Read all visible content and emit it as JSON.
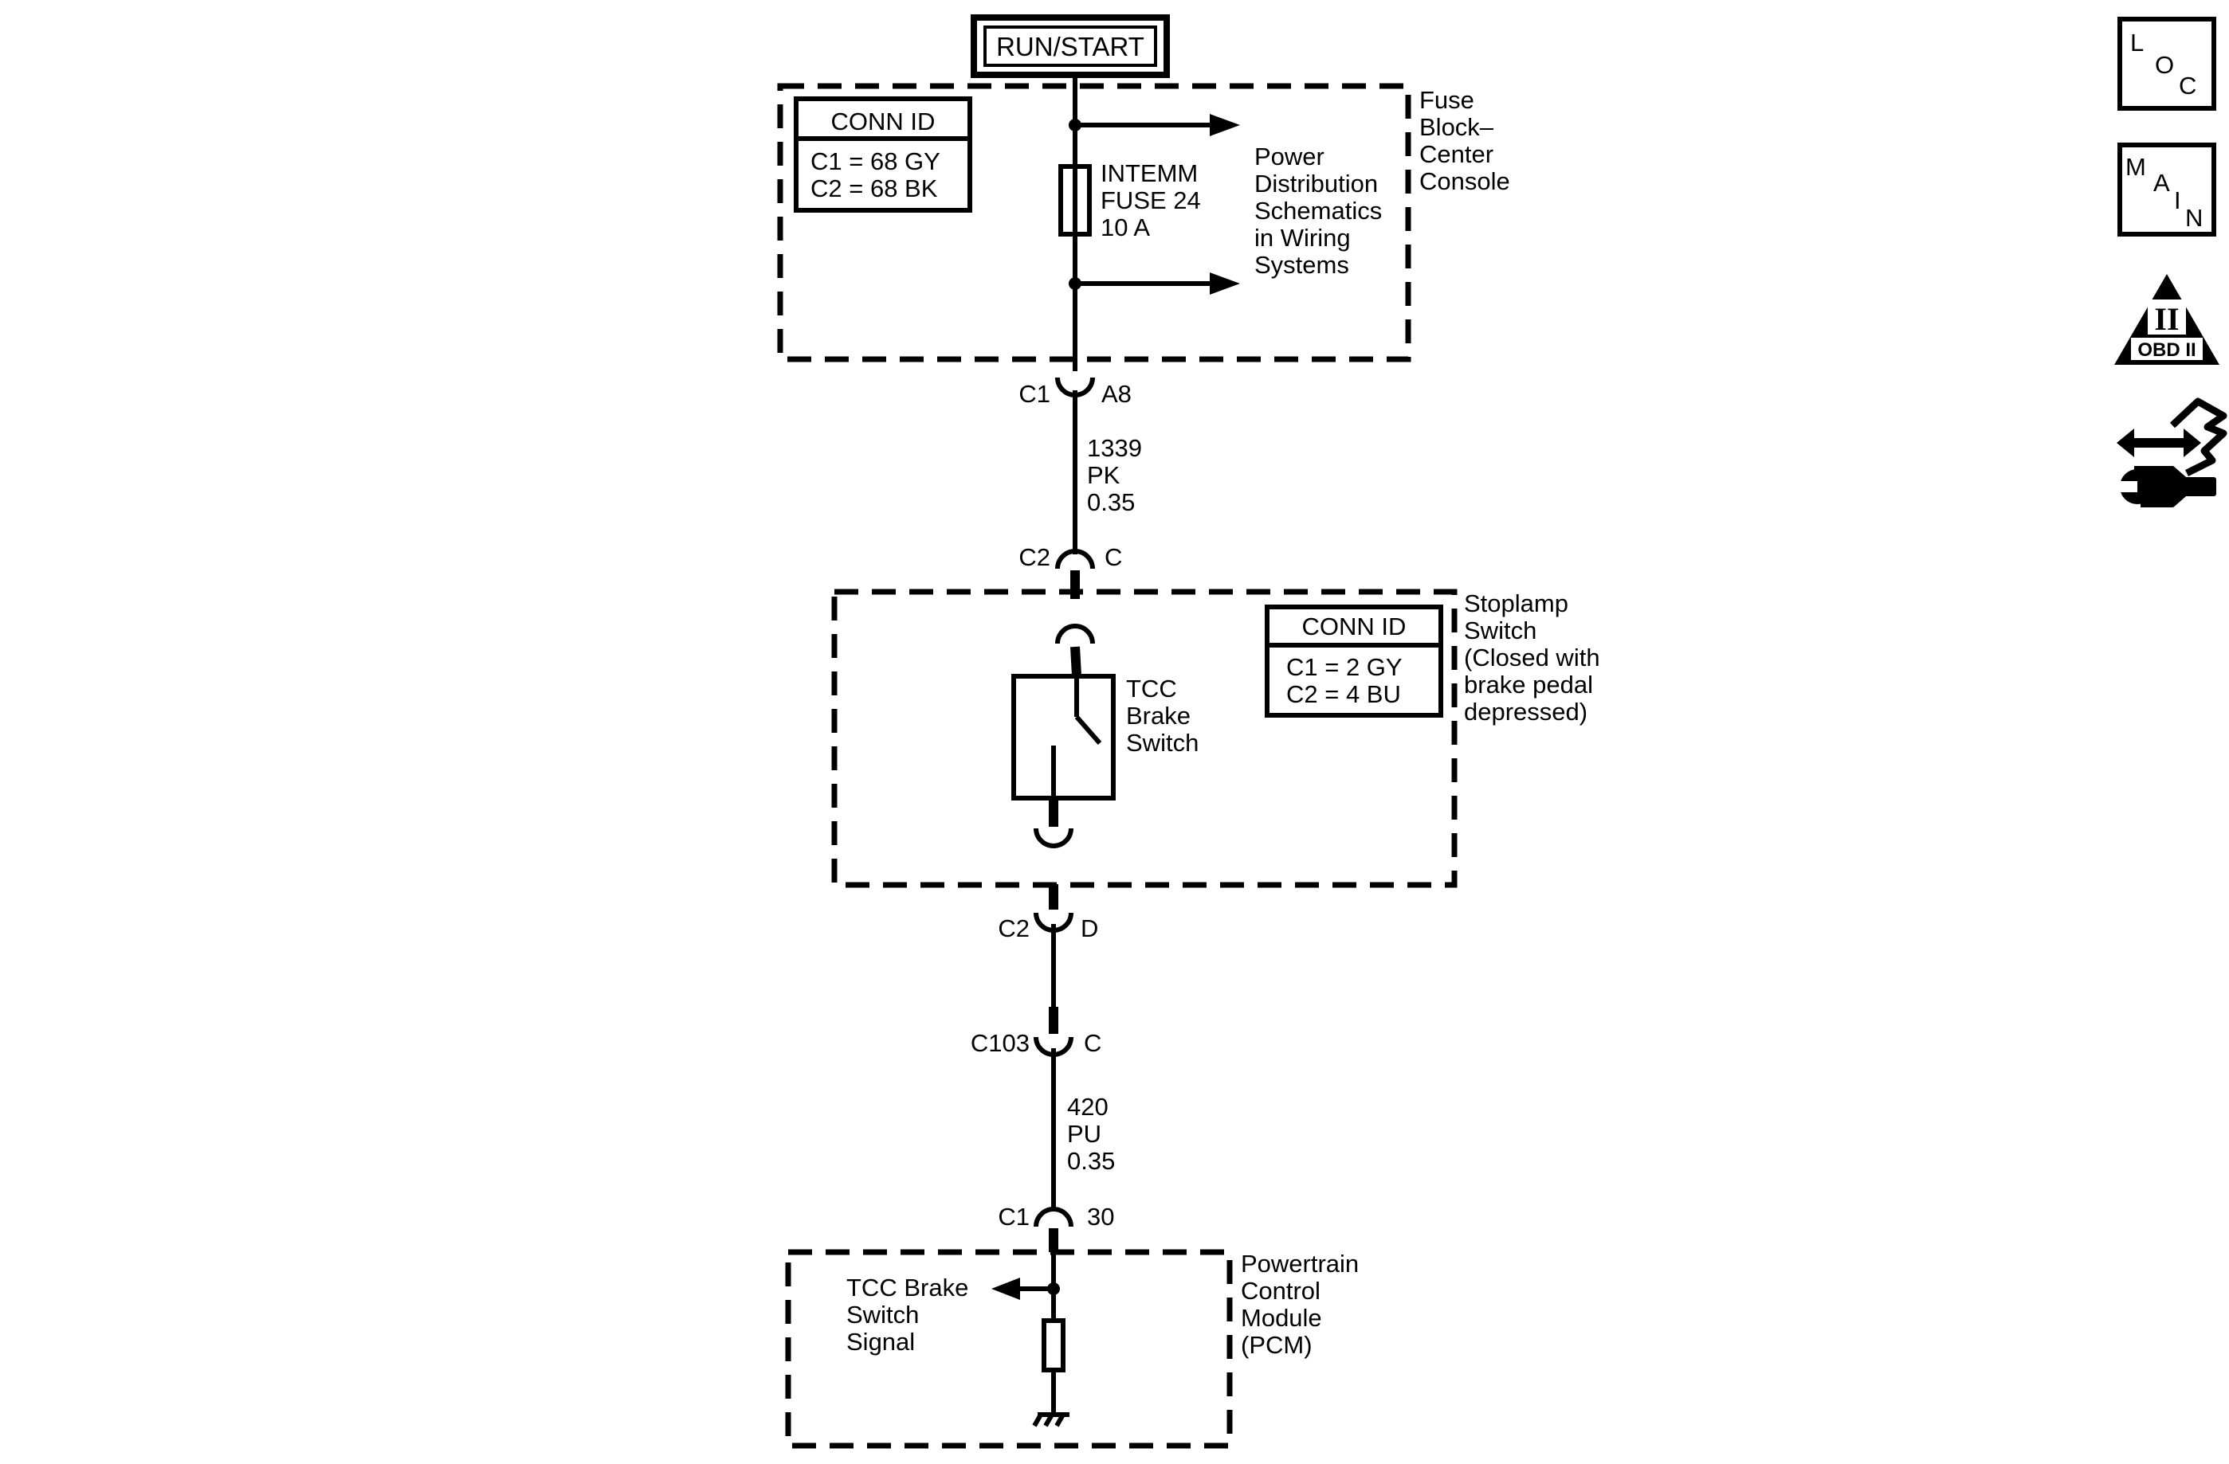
{
  "power_source": {
    "label": "RUN/START"
  },
  "fuse_block": {
    "title": [
      "Fuse",
      "Block–",
      "Center",
      "Console"
    ],
    "conn_id": {
      "header": "CONN ID",
      "lines": [
        "C1 = 68 GY",
        "C2 = 68 BK"
      ]
    },
    "fuse": [
      "INTEMM",
      "FUSE 24",
      "10 A"
    ],
    "power_note": [
      "Power",
      "Distribution",
      "Schematics",
      "in Wiring",
      "Systems"
    ]
  },
  "connectors": {
    "fuse_c1": {
      "name": "C1",
      "pin": "A8"
    },
    "switch_c2_top": {
      "name": "C2",
      "pin": "C"
    },
    "switch_c2_bottom": {
      "name": "C2",
      "pin": "D"
    },
    "inline_c103": {
      "name": "C103",
      "pin": "C"
    },
    "pcm_c1": {
      "name": "C1",
      "pin": "30"
    }
  },
  "wires": {
    "w1339": [
      "1339",
      "PK",
      "0.35"
    ],
    "w420": [
      "420",
      "PU",
      "0.35"
    ]
  },
  "stoplamp_switch": {
    "title": [
      "Stoplamp",
      "Switch",
      "(Closed with",
      "brake pedal",
      "depressed)"
    ],
    "conn_id": {
      "header": "CONN ID",
      "lines": [
        "C1 = 2 GY",
        "C2 = 4 BU"
      ]
    },
    "switch_label": [
      "TCC",
      "Brake",
      "Switch"
    ]
  },
  "pcm": {
    "title": [
      "Powertrain",
      "Control",
      "Module",
      "(PCM)"
    ],
    "signal_label": [
      "TCC Brake",
      "Switch",
      "Signal"
    ]
  },
  "nav_icons": {
    "loc": [
      "L",
      "O",
      "C"
    ],
    "main": [
      "M",
      "A",
      "I",
      "N"
    ],
    "obd": {
      "numeral": "II",
      "text": "OBD II"
    }
  }
}
